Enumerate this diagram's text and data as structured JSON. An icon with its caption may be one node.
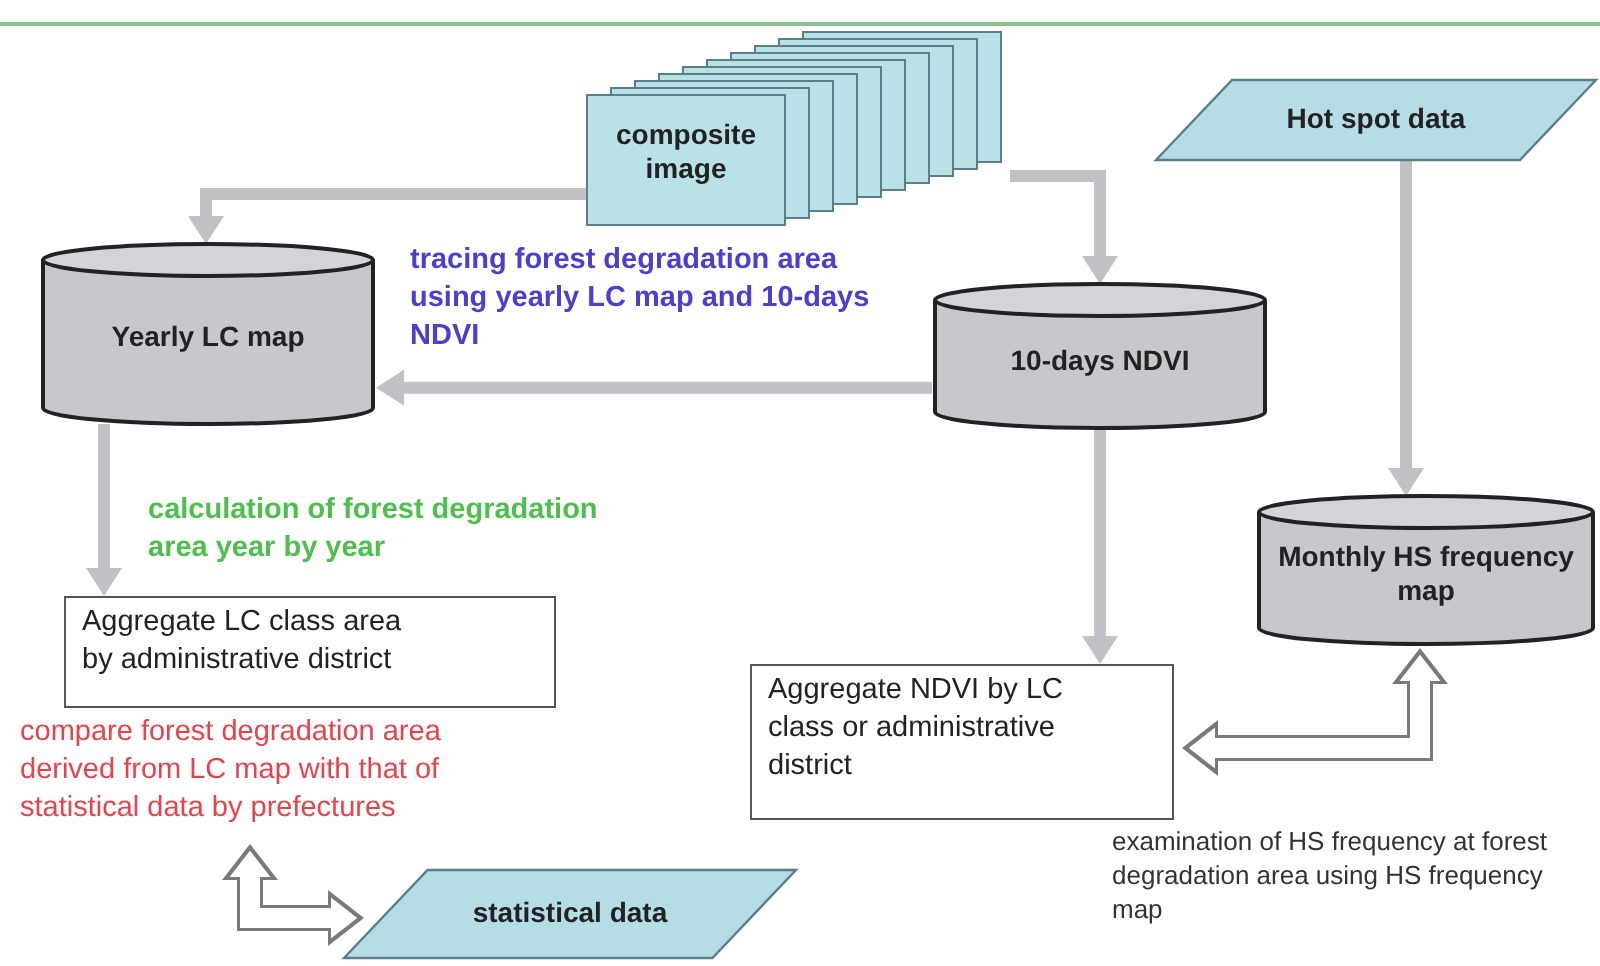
{
  "diagram": {
    "nodes": [
      {
        "text": [
          "composite image"
        ]
      },
      {
        "text": [
          "Hot spot data"
        ]
      },
      {
        "text": [
          "Yearly LC map"
        ]
      },
      {
        "text": [
          "10-days NDVI"
        ]
      },
      {
        "text": [
          "Monthly HS frequency map"
        ]
      },
      {
        "text": [
          "Aggregate LC class area by administrative district"
        ],
        "beside": [
          "compare forest degradation area derived from LC map with that of statistical data by prefectures"
        ]
      },
      {
        "text": [
          "Aggregate NDVI by LC class or administrative district"
        ]
      },
      {
        "text": [
          "statistical data"
        ]
      }
    ],
    "edges": [
      {
        "from": 0,
        "to": 2,
        "arrow": "to"
      },
      {
        "from": 0,
        "to": 3,
        "arrow": "to"
      },
      {
        "from": 3,
        "to": 2,
        "arrow": "to",
        "label": "tracing forest degradation area using yearly LC map and 10-days NDVI"
      },
      {
        "from": 1,
        "to": 4,
        "arrow": "to"
      },
      {
        "from": 2,
        "to": 5,
        "arrow": "to",
        "label": "calculation of forest degradation area year by year"
      },
      {
        "from": 3,
        "to": 6,
        "arrow": "to"
      },
      {
        "from": 5,
        "to": 7,
        "arrow": "both",
        "style": "thick"
      },
      {
        "from": 4,
        "to": 6,
        "arrow": "both",
        "style": "thick",
        "label": "examination of HS frequency at forest degradation area using HS frequency map"
      }
    ]
  }
}
